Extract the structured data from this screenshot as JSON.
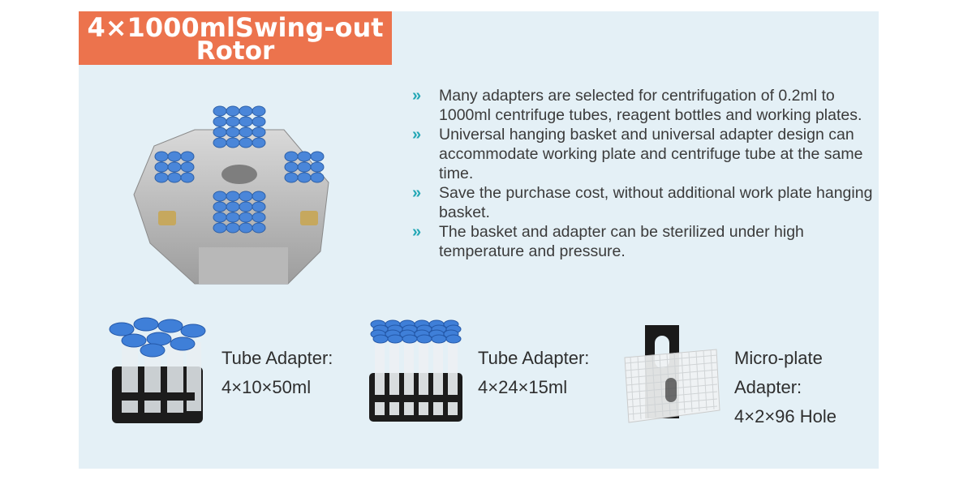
{
  "title": {
    "line1": "4×1000mlSwing-out",
    "line2": "Rotor"
  },
  "features": [
    {
      "icon": "double-chevron-icon",
      "text": "Many adapters are selected for centrifugation of 0.2ml to 1000ml centrifuge tubes, reagent bottles and working plates."
    },
    {
      "icon": "double-chevron-icon",
      "text": "Universal hanging basket and universal adapter design can accommodate working plate and centrifuge tube at the same time."
    },
    {
      "icon": "double-chevron-icon",
      "text": "Save the purchase cost, without additional work plate hanging basket."
    },
    {
      "icon": "double-chevron-icon",
      "text": "The basket and adapter can be sterilized under high temperature and pressure."
    }
  ],
  "bullet_glyph": "»",
  "adapters": [
    {
      "line1": "Tube Adapter:",
      "line2": "4×10×50ml"
    },
    {
      "line1": "Tube Adapter:",
      "line2": "4×24×15ml"
    },
    {
      "line1": "Micro-plate",
      "line2": "Adapter:",
      "line3": "4×2×96 Hole"
    }
  ],
  "colors": {
    "title_bg": "#ec734d",
    "panel_bg": "#e4f0f6",
    "bullet": "#23a7b5",
    "cap_blue": "#3f7fd8"
  }
}
